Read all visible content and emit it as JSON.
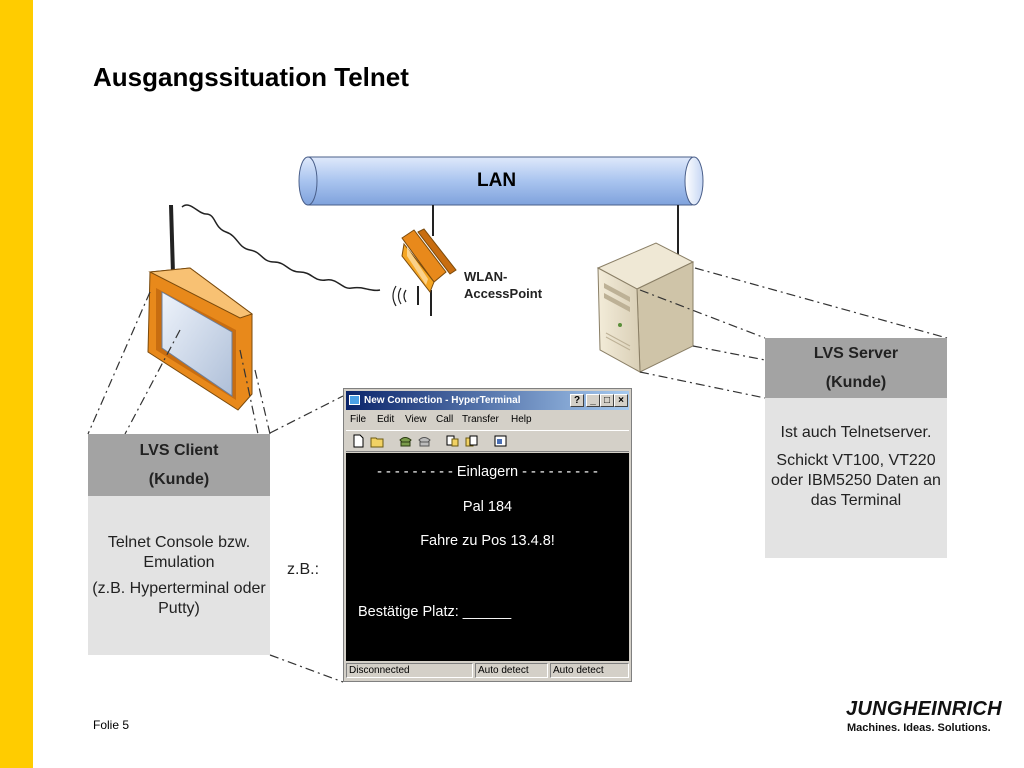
{
  "slide": {
    "title": "Ausgangssituation Telnet",
    "footer": "Folie 5"
  },
  "network": {
    "lan_label": "LAN",
    "access_point_label": [
      "WLAN-",
      "AccessPoint"
    ]
  },
  "client_box": {
    "heading": [
      "LVS Client",
      "(Kunde)"
    ],
    "lines": [
      "Telnet Console bzw. Emulation",
      "(z.B. Hyperterminal oder Putty)"
    ]
  },
  "server_box": {
    "heading": [
      "LVS Server",
      "(Kunde)"
    ],
    "lines": [
      "Ist auch Telnetserver.",
      "Schickt VT100, VT220 oder IBM5250 Daten an das Terminal"
    ]
  },
  "example_label": "z.B.:",
  "terminal": {
    "window_title": "New Connection - HyperTerminal",
    "menu": [
      "File",
      "Edit",
      "View",
      "Call",
      "Transfer",
      "Help"
    ],
    "screen_lines": [
      "- - - - - - - - - Einlagern - - - - - - - - -",
      "Pal 184",
      "Fahre zu Pos 13.4.8!",
      "Bestätige Platz: ______"
    ],
    "status": [
      "Disconnected",
      "Auto detect",
      "Auto detect"
    ]
  },
  "logo": {
    "name": "JUNGHEINRICH",
    "tagline": "Machines. Ideas. Solutions."
  },
  "colors": {
    "sidebar": "#ffcc00",
    "lan_bus": "#a9c4ef",
    "device_orange": "#f5a623",
    "box_head": "#a3a3a3",
    "box_body": "#e3e3e3"
  }
}
